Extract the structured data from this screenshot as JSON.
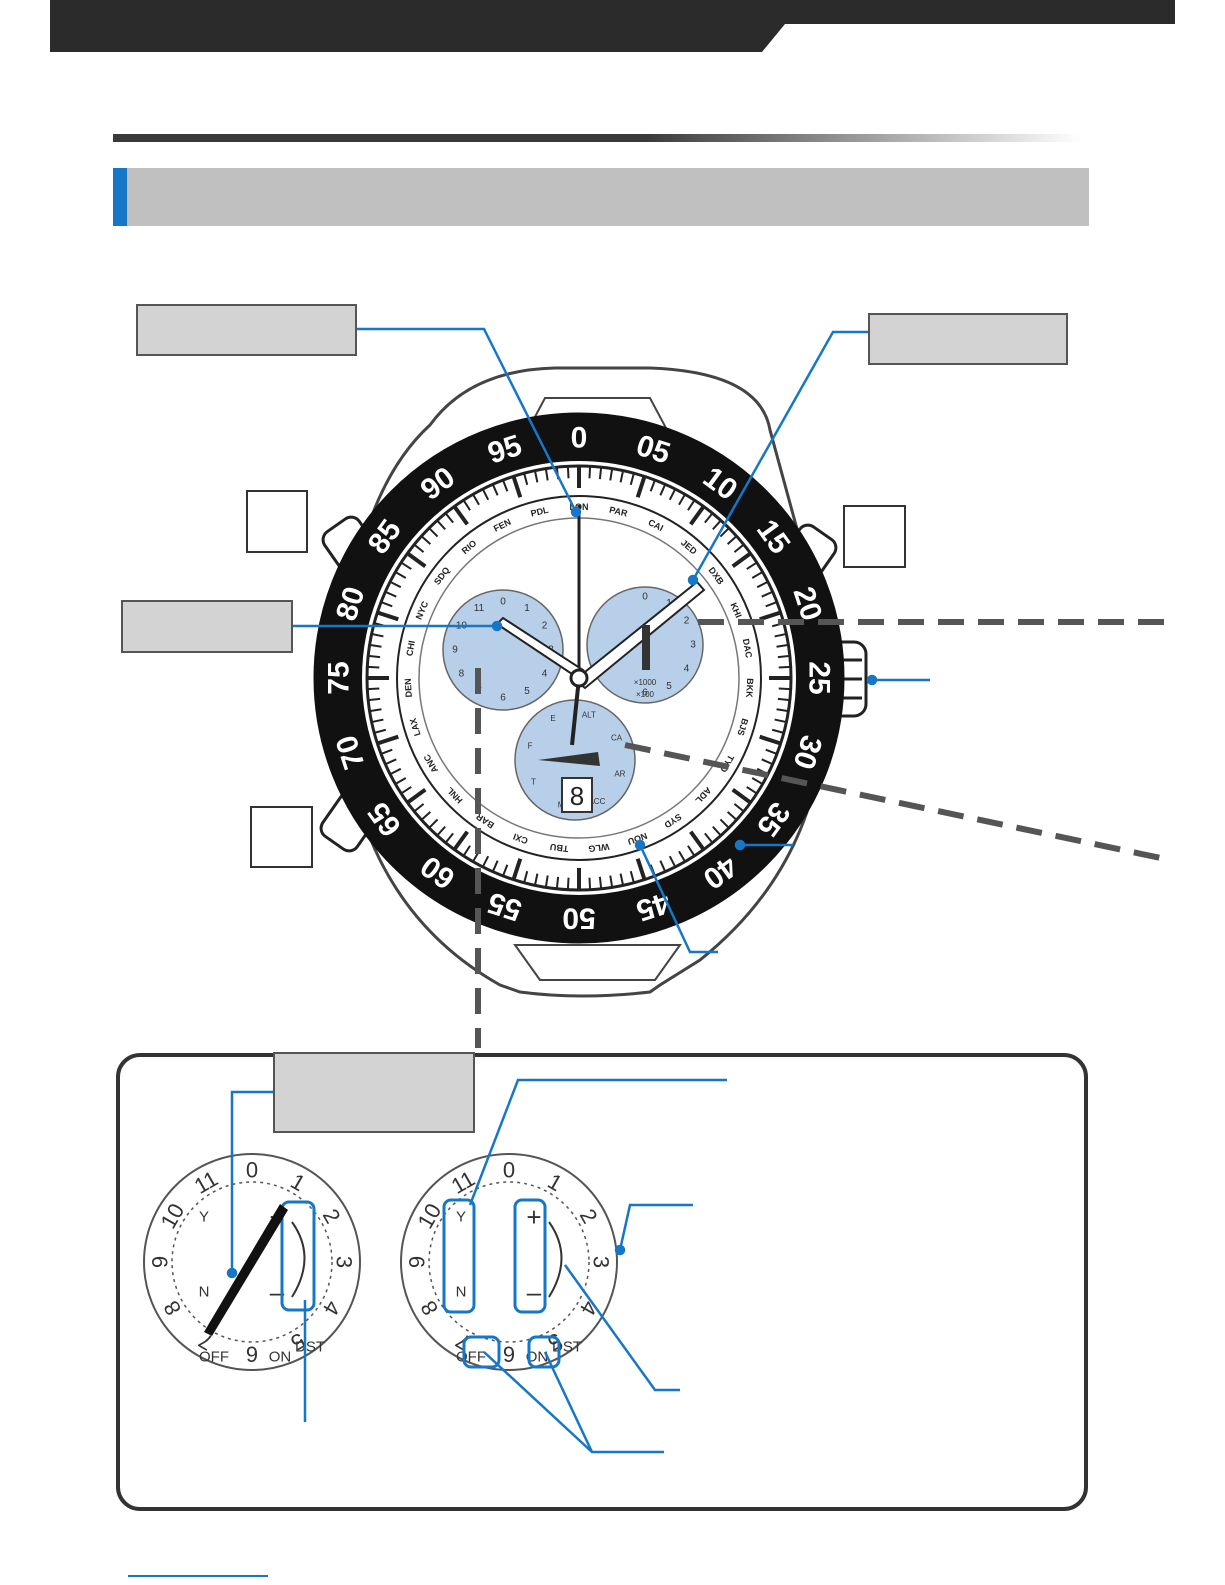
{
  "diagram": {
    "bezel_numbers": [
      "0",
      "05",
      "10",
      "15",
      "20",
      "25",
      "30",
      "35",
      "40",
      "45",
      "50",
      "55",
      "60",
      "65",
      "70",
      "75",
      "80",
      "85",
      "90",
      "95"
    ],
    "city_codes": [
      "LON",
      "PAR",
      "CAI",
      "JED",
      "DXB",
      "KHI",
      "DAC",
      "BKK",
      "BJS",
      "TYO",
      "ADL",
      "SYD",
      "NOU",
      "WLG",
      "TBU",
      "CXI",
      "BAR",
      "HNL",
      "ANC",
      "LAX",
      "DEN",
      "CHI",
      "NYC",
      "SDQ",
      "RIO",
      "FEN",
      "PDL"
    ],
    "subdial_hours": [
      "0",
      "1",
      "2",
      "3",
      "4",
      "5",
      "6",
      "7",
      "8",
      "9",
      "10",
      "11"
    ],
    "left_subdial_marks": {
      "yes": "Y",
      "no": "N",
      "plus": "+",
      "minus": "–",
      "off": "OFF",
      "on": "ON",
      "dst": "DST"
    },
    "right_subdial": {
      "x1000": "×1000",
      "x100": "×100"
    },
    "mode_dial_labels": [
      "ALT",
      "CA",
      "AR",
      "ACC",
      "M",
      "T",
      "F",
      "E"
    ],
    "date_digit": "8",
    "colors": {
      "accent": "#1677c8",
      "subdial": "#b8cfe9",
      "dark": "#333333",
      "callout": "#d3d3d3"
    }
  }
}
